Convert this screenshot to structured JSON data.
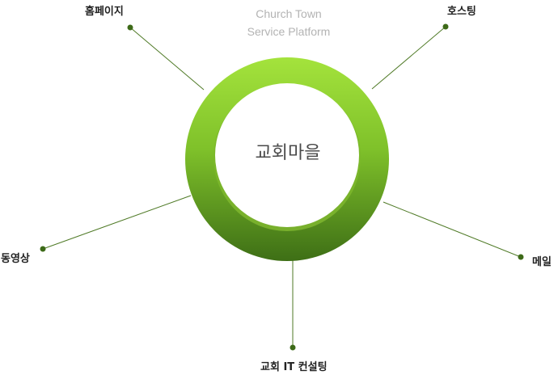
{
  "subtitle": {
    "line1": "Church Town",
    "line2": "Service Platform"
  },
  "center": {
    "label": "교회마을"
  },
  "nodes": [
    {
      "label": "홈페이지"
    },
    {
      "label": "호스팅"
    },
    {
      "label": "동영상"
    },
    {
      "label": "메일"
    },
    {
      "label": "교회 IT 컨설팅"
    }
  ],
  "colors": {
    "ring_light": "#a4e33c",
    "ring_dark": "#3e6f16",
    "connector": "#4f7a26",
    "dot": "#3d6a18"
  }
}
